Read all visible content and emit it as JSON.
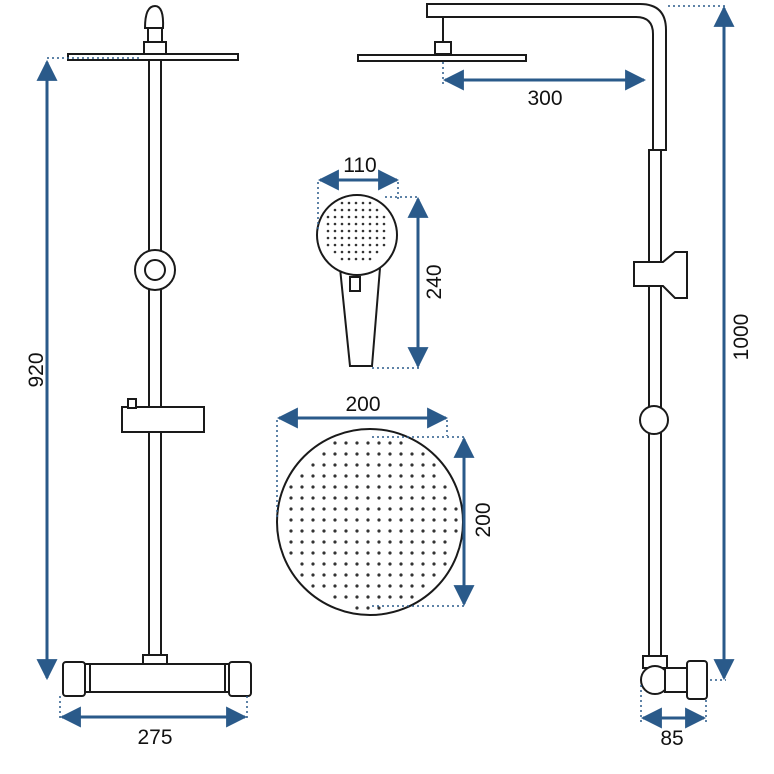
{
  "colors": {
    "dimension_line": "#2a5a8a",
    "outline": "#1a1a1a",
    "background": "#ffffff",
    "dotted_guide": "#2a5a8a"
  },
  "dimensions": {
    "overall_width": "275",
    "column_height": "920",
    "arm_length": "300",
    "total_height": "1000",
    "wall_depth": "85",
    "hand_shower_width": "110",
    "hand_shower_length": "240",
    "rain_head_width": "200",
    "rain_head_height": "200"
  }
}
